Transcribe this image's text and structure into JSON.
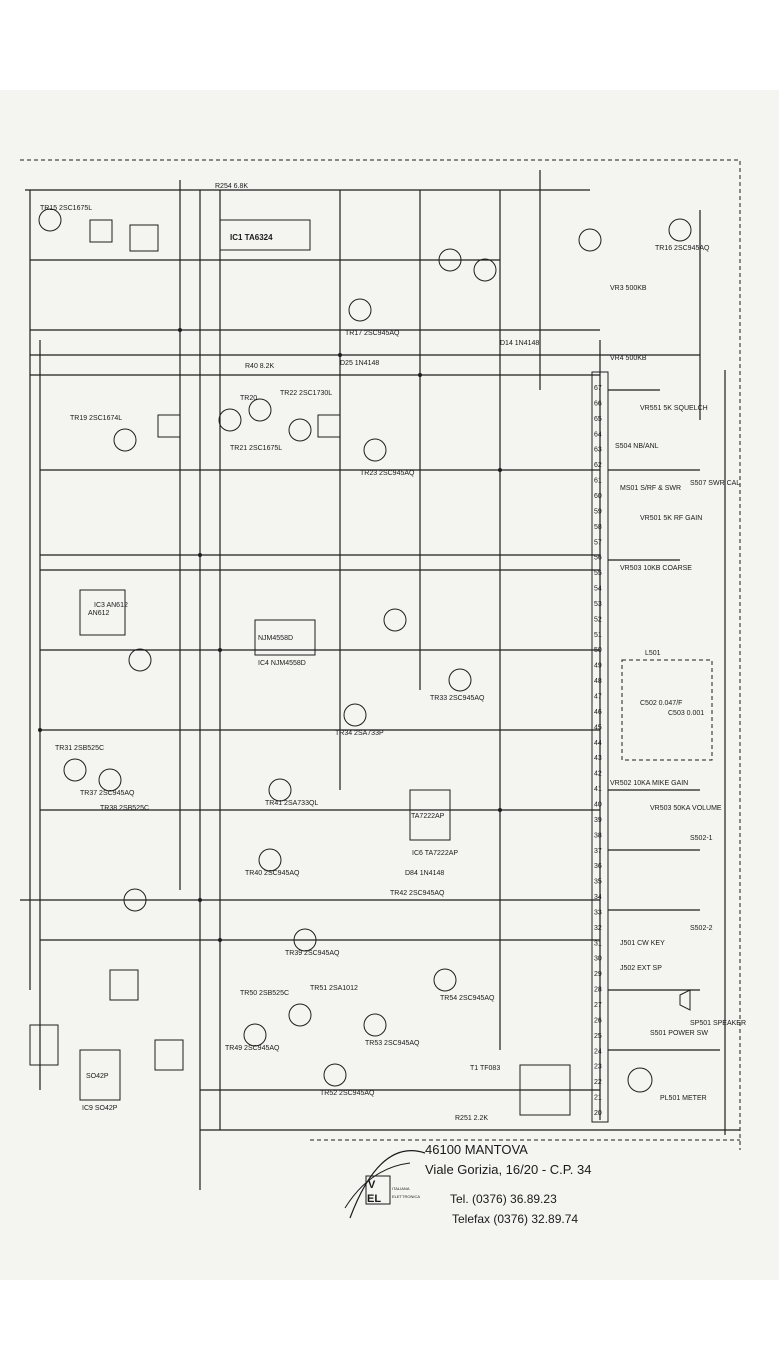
{
  "schematic": {
    "ic_labels": [
      "IC1 TA6324",
      "IC3 AN612",
      "IC4 NJM4558D",
      "IC6 TA7222AP",
      "IC9 SO42P"
    ],
    "transistor_labels": [
      "TR15 2SC1675L",
      "TR16 2SC945AQ",
      "TR17 2SC945AQ",
      "TR19 2SC1674L",
      "TR20",
      "TR21 2SC1675L",
      "TR22 2SC1730L",
      "TR23 2SC945AQ",
      "TR33 2SC945AQ",
      "TR34 2SA733P",
      "TR37 2SC945AQ",
      "TR38 2SB525C",
      "TR39 2SC945AQ",
      "TR40 2SC945AQ",
      "TR41 2SA733QL",
      "TR42 2SC945AQ",
      "TR49 2SC945AQ",
      "TR50 2SB525C",
      "TR51 2SA1012",
      "TR52 2SC945AQ",
      "TR53 2SC945AQ",
      "TR54 2SC945AQ",
      "TR31 2SB525C"
    ],
    "control_labels": [
      "VR551 5K SQUELCH",
      "VR501 5K RF GAIN",
      "VR503 10KB COARSE",
      "VR502 10KA MIKE GAIN",
      "VR503 50KA VOLUME",
      "VR3 500KB",
      "VR4 500KB",
      "S504 NB/ANL",
      "S507 SWR CAL",
      "S502-1",
      "S502-2",
      "S501 POWER SW",
      "J501 CW KEY",
      "J502 EXT SP",
      "SP501 SPEAKER",
      "PL501 METER",
      "MS01 S/RF & SWR",
      "L501",
      "C502 0.047/F",
      "C503 0.001",
      "T1 TF083",
      "D25 1N4148",
      "D14 1N4148",
      "D84 1N4148",
      "R254 6.8K",
      "R40 8.2K",
      "R251 2.2K"
    ],
    "pin_numbers": [
      "67",
      "66",
      "65",
      "64",
      "63",
      "62",
      "61",
      "60",
      "59",
      "58",
      "57",
      "56",
      "55",
      "54",
      "53",
      "52",
      "51",
      "50",
      "49",
      "48",
      "47",
      "46",
      "45",
      "44",
      "43",
      "42",
      "41",
      "40",
      "39",
      "38",
      "37",
      "36",
      "35",
      "34",
      "33",
      "32",
      "31",
      "30",
      "29",
      "28",
      "27",
      "26",
      "25",
      "24",
      "23",
      "22",
      "21",
      "20"
    ]
  },
  "address": {
    "logo_text": "VEL",
    "logo_subtext": "ITALIANA ELETTRONICA",
    "city": "46100 MANTOVA",
    "street": "Viale Gorizia, 16/20 - C.P. 34",
    "tel": "Tel. (0376) 36.89.23",
    "fax": "Telefax (0376) 32.89.74"
  }
}
